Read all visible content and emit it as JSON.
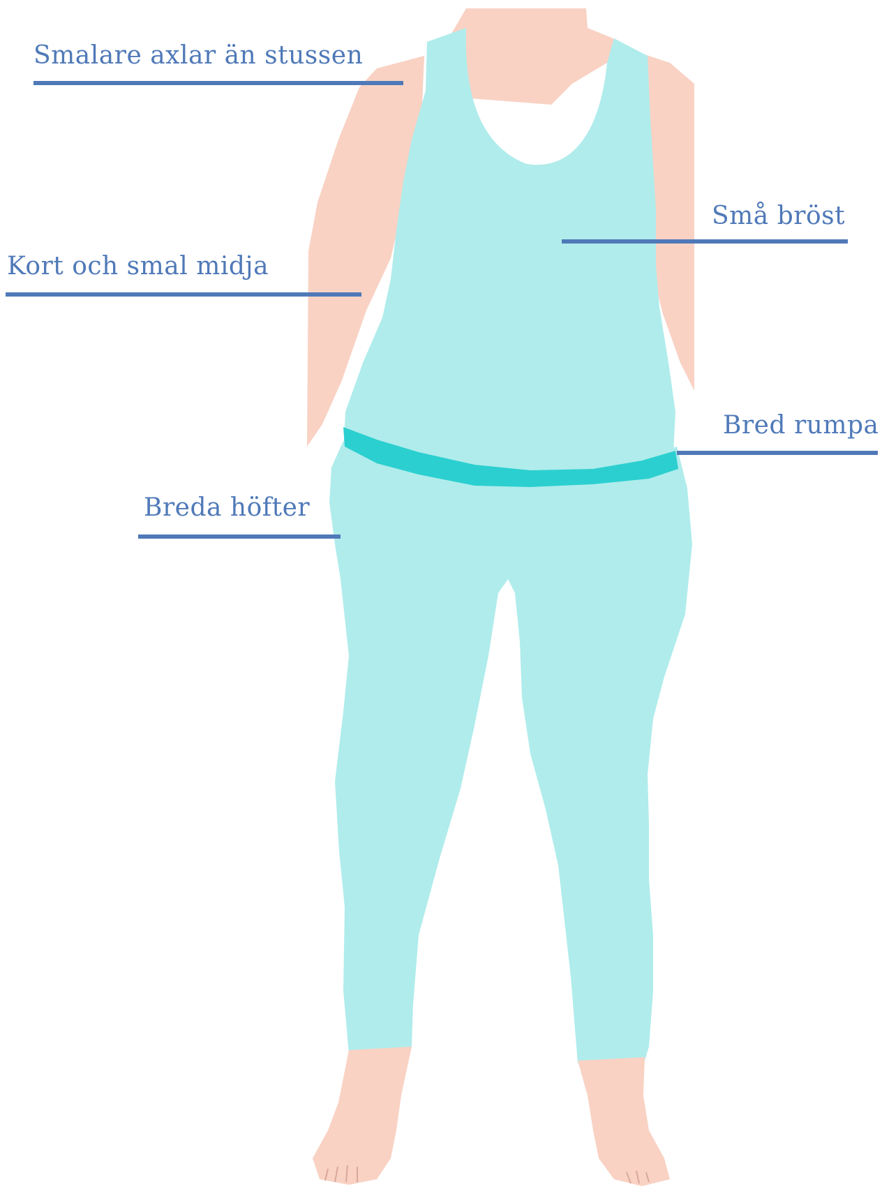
{
  "colors": {
    "skin": "#f9d2c4",
    "garment": "#b0ecec",
    "waistband": "#2ccfcf",
    "annotation": "#4f79b8",
    "toe_lines": "#d9a898"
  },
  "annotations": [
    {
      "id": "shoulders",
      "text": "Smalare axlar än stussen"
    },
    {
      "id": "bust",
      "text": "Små bröst"
    },
    {
      "id": "waist",
      "text": "Kort och smal midja"
    },
    {
      "id": "bottom",
      "text": "Bred rumpa"
    },
    {
      "id": "hips",
      "text": "Breda höfter"
    }
  ]
}
